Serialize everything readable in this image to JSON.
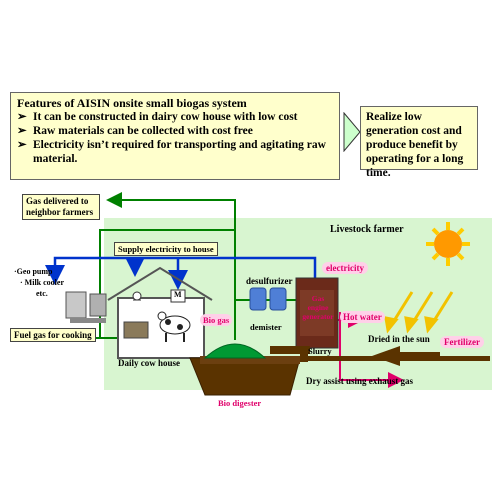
{
  "features": {
    "title": "Features of AISIN onsite small biogas system",
    "items": [
      "It can be constructed in dairy cow house with low cost",
      "Raw materials can be collected with cost free",
      "Electricity isn’t required for transporting and agitating raw material."
    ],
    "bullet": "➢"
  },
  "realize": {
    "text": "Realize low generation cost and produce benefit by operating for a long time."
  },
  "labels": {
    "gas_delivered": "Gas delivered to neighbor farmers",
    "livestock_farmer": "Livestock farmer",
    "supply_electricity": "Supply electricity to house",
    "geo_pump": "·Geo pump",
    "milk_cooler": "· Milk cooler",
    "etc": "etc.",
    "fuel_gas": "Fuel gas for cooking",
    "electricity": "electricity",
    "desulfurizer": "desulfurizer",
    "gas_engine_generator": "Gas engine generator",
    "bio_gas": "Bio gas",
    "demister": "demister",
    "hot_water": "Hot water",
    "dried_in_sun": "Dried in the sun",
    "fertilizer": "Fertilizer",
    "daily_cow_house": "Daily cow house",
    "slurry": "Slurry",
    "dry_assist": "Dry assist using exhaust gas",
    "bio_digester": "Bio digester",
    "motor_symbol": "M"
  },
  "colors": {
    "gas_line": "#008000",
    "electric_line": "#0033cc",
    "hot_water_line": "#e0006a",
    "slurry": "#5a3300",
    "farm_bg": "#d8f5d0",
    "box_bg": "#ffffcc",
    "sun": "#ff9900"
  }
}
